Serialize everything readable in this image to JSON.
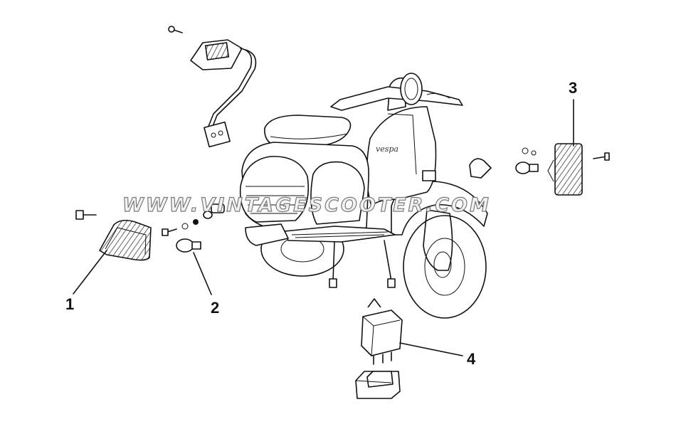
{
  "diagram": {
    "watermark": "WWW.VINTAGESCOOTER.COM",
    "scooter_logo": "vespa",
    "callouts": [
      {
        "id": "1",
        "label": "1"
      },
      {
        "id": "2",
        "label": "2"
      },
      {
        "id": "3",
        "label": "3"
      },
      {
        "id": "4",
        "label": "4"
      }
    ]
  }
}
